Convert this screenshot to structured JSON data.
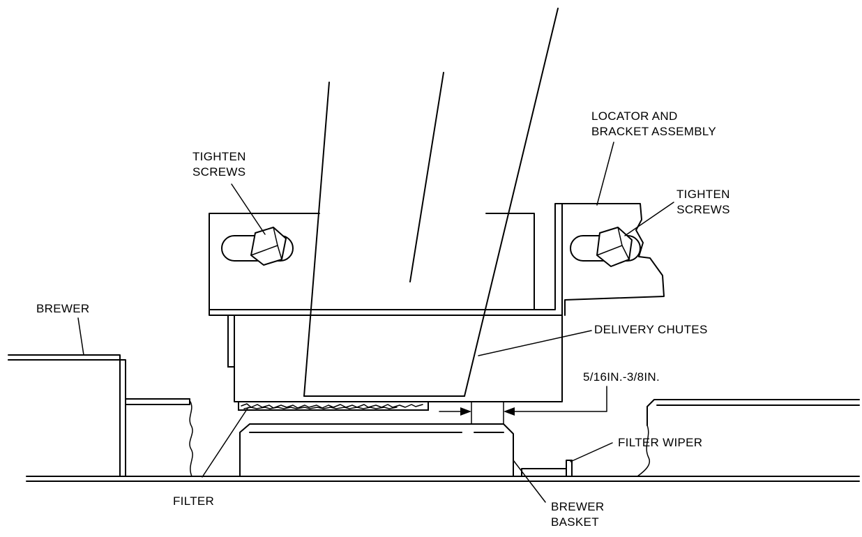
{
  "labels": {
    "locator_line1": "LOCATOR AND",
    "locator_line2": "BRACKET ASSEMBLY",
    "tighten_left_line1": "TIGHTEN",
    "tighten_left_line2": "SCREWS",
    "tighten_right_line1": "TIGHTEN",
    "tighten_right_line2": "SCREWS",
    "brewer": "BREWER",
    "delivery_chutes": "DELIVERY CHUTES",
    "gap": "5/16IN.-3/8IN.",
    "filter_wiper": "FILTER WIPER",
    "filter": "FILTER",
    "brewer_basket_line1": "BREWER",
    "brewer_basket_line2": "BASKET"
  }
}
